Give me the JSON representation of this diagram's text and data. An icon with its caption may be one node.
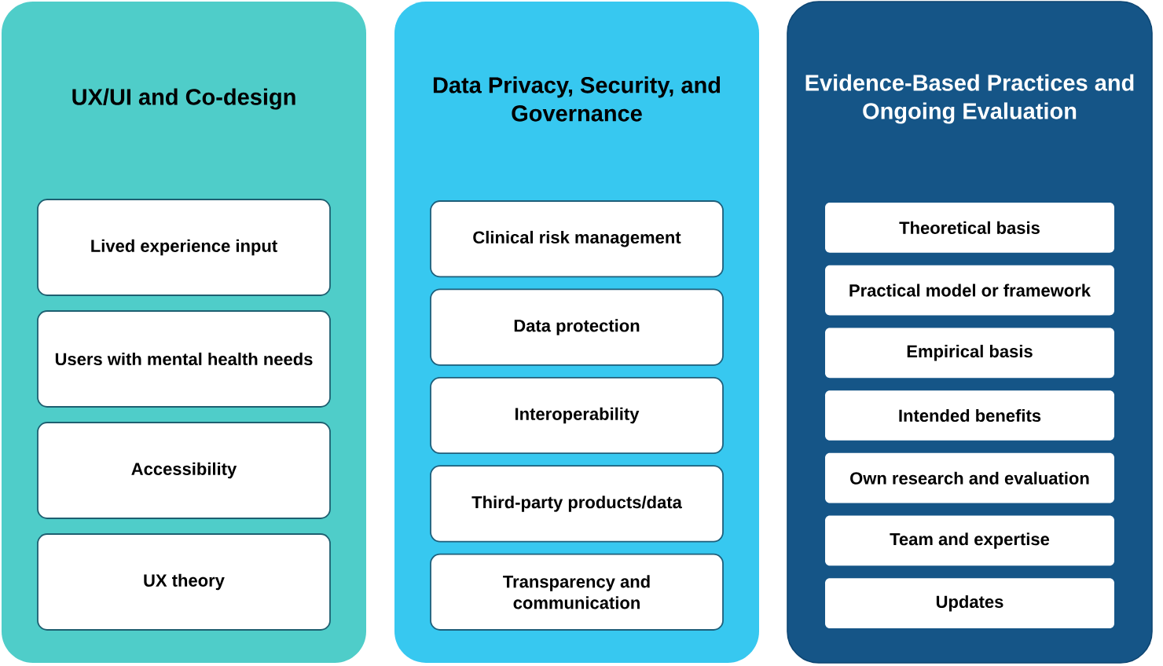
{
  "diagram": {
    "nodes": [
      {
        "text": [
          "UX/UI and Co-design"
        ]
      },
      {
        "text": [
          "Lived experience input"
        ],
        "in": 0
      },
      {
        "text": [
          "Users with mental health needs"
        ],
        "in": 0
      },
      {
        "text": [
          "Accessibility"
        ],
        "in": 0
      },
      {
        "text": [
          "UX theory"
        ],
        "in": 0
      },
      {
        "text": [
          "Data Privacy, Security, and Governance"
        ]
      },
      {
        "text": [
          "Clinical risk management"
        ],
        "in": 5
      },
      {
        "text": [
          "Data protection"
        ],
        "in": 5
      },
      {
        "text": [
          "Interoperability"
        ],
        "in": 5
      },
      {
        "text": [
          "Third-party products/data"
        ],
        "in": 5
      },
      {
        "text": [
          "Transparency and communication"
        ],
        "in": 5
      },
      {
        "text": [
          "Evidence-Based Practices and Ongoing Evaluation"
        ]
      },
      {
        "text": [
          "Theoretical basis"
        ],
        "in": 11
      },
      {
        "text": [
          "Practical model or framework"
        ],
        "in": 11
      },
      {
        "text": [
          "Empirical basis"
        ],
        "in": 11
      },
      {
        "text": [
          "Intended benefits"
        ],
        "in": 11
      },
      {
        "text": [
          "Own research and evaluation"
        ],
        "in": 11
      },
      {
        "text": [
          "Team and expertise"
        ],
        "in": 11
      },
      {
        "text": [
          "Updates"
        ],
        "in": 11
      }
    ]
  }
}
